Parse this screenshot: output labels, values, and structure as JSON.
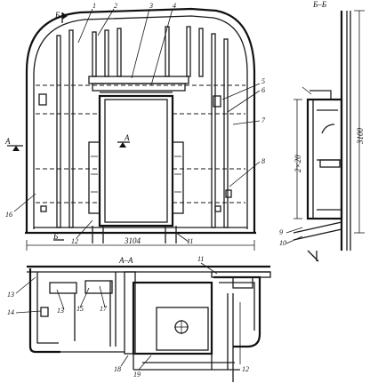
{
  "labels": {
    "n1": "1",
    "n2": "2",
    "n3": "3",
    "n4": "4",
    "n5": "5",
    "n6": "6",
    "n7": "7",
    "n8": "8",
    "n9": "9",
    "n10": "10",
    "n11": "11",
    "n12": "12",
    "n13": "13",
    "n14": "14",
    "n15": "15",
    "n16": "16",
    "n17": "17",
    "n18": "18",
    "n19": "19"
  },
  "sections": {
    "aa_top": "А–А",
    "bb_top": "Б–Б",
    "a_left": "А",
    "a_mid": "А",
    "b_left": "Б",
    "b_top": "Б"
  },
  "dimensions": {
    "width": "3104",
    "height": "3100",
    "door": "2×20"
  }
}
